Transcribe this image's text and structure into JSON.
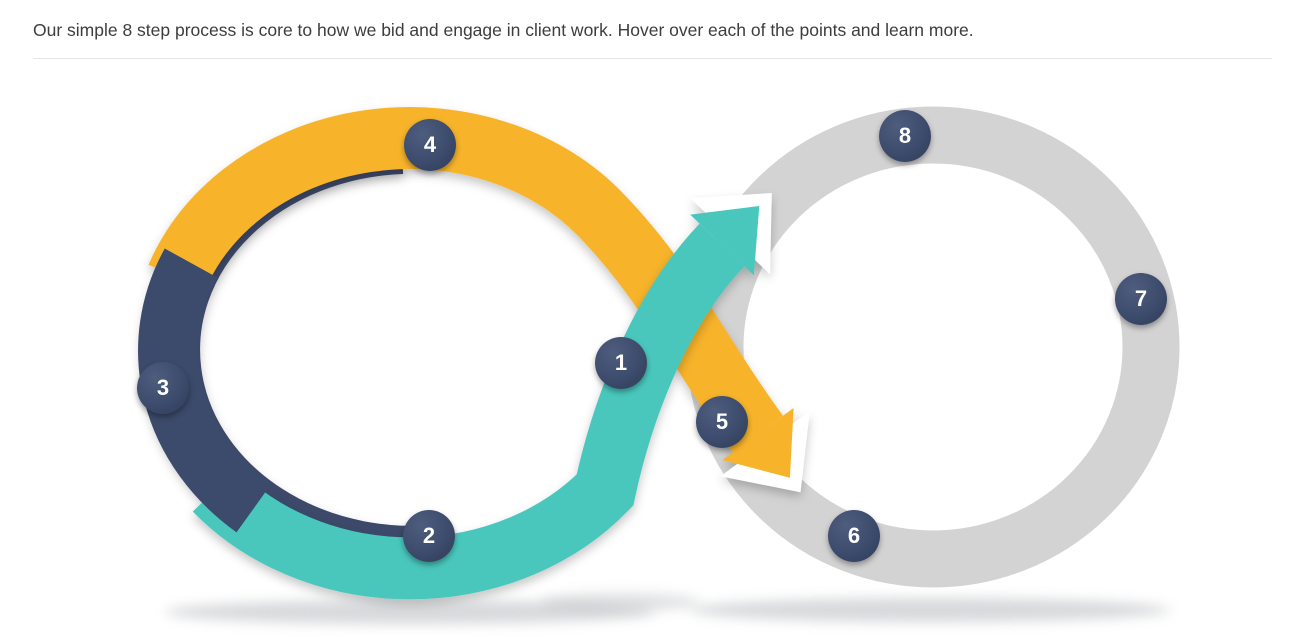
{
  "header": {
    "description": "Our simple 8 step process is core to how we bid and engage in client work. Hover over each of the points and learn more."
  },
  "diagram": {
    "title": "8 step infinity loop process diagram",
    "colors": {
      "navy": "#3C4A6B",
      "yellow": "#F7B32B",
      "teal": "#4AC7BD",
      "gray": "#D3D3D3",
      "marker_bg": "#3C4A6B",
      "marker_text": "#FFFFFF",
      "background": "#FFFFFF"
    },
    "steps": [
      {
        "label": "1"
      },
      {
        "label": "2"
      },
      {
        "label": "3"
      },
      {
        "label": "4"
      },
      {
        "label": "5"
      },
      {
        "label": "6"
      },
      {
        "label": "7"
      },
      {
        "label": "8"
      }
    ]
  }
}
